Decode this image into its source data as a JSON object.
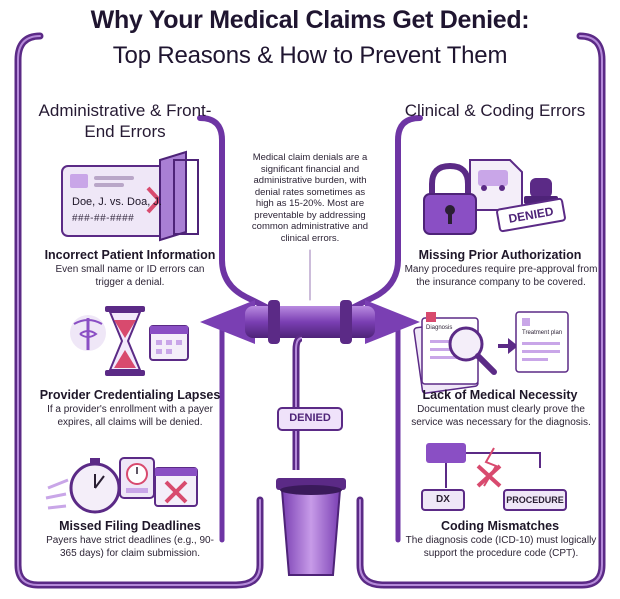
{
  "title": {
    "line1": "Why Your Medical Claims Get Denied:",
    "line2": "Top Reasons & How to Prevent Them"
  },
  "intro": "Medical claim denials are a significant financial and administrative burden, with denial rates sometimes as high as 15-20%. Most are preventable by addressing common administrative and clinical errors.",
  "left_panel": {
    "heading": "Administrative & Front-End Errors",
    "card_names": "Doe, J. vs. Doa, J.",
    "card_id": "###-##-####",
    "items": [
      {
        "title": "Incorrect Patient Information",
        "desc": "Even small name or ID errors can trigger a denial."
      },
      {
        "title": "Provider Credentialing Lapses",
        "desc": "If a provider's enrollment with a payer expires, all claims will be denied."
      },
      {
        "title": "Missed Filing Deadlines",
        "desc": "Payers have strict deadlines (e.g., 90-365 days) for claim submission."
      }
    ]
  },
  "right_panel": {
    "heading": "Clinical & Coding Errors",
    "stamp_text": "DENIED",
    "doc_label_diagnosis": "Diagnosis",
    "doc_label_treatment": "Treatment plan",
    "code_dx": "DX",
    "code_procedure": "PROCEDURE",
    "items": [
      {
        "title": "Missing Prior Authorization",
        "desc": "Many procedures require pre-approval from the insurance company to be covered."
      },
      {
        "title": "Lack of Medical Necessity",
        "desc": "Documentation must clearly prove the service was necessary for the diagnosis."
      },
      {
        "title": "Coding Mismatches",
        "desc": "The diagnosis code (ICD-10) must logically support the procedure code (CPT)."
      }
    ]
  },
  "center": {
    "denied_tag": "DENIED"
  },
  "colors": {
    "purple_dark": "#5b2a86",
    "purple": "#8a4fc4",
    "purple_light": "#c9a6e8",
    "red": "#d84a6e"
  }
}
